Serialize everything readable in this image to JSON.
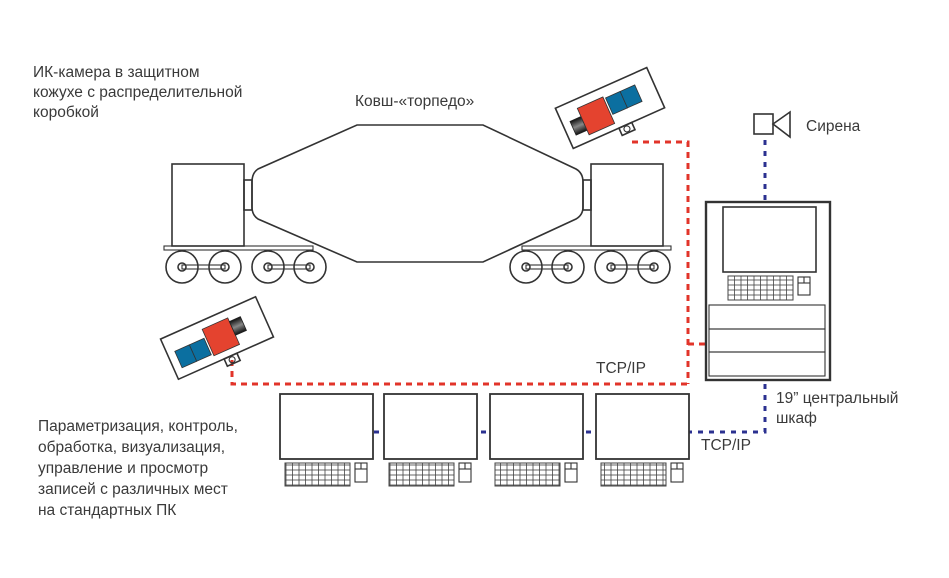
{
  "labels": {
    "camera_description": [
      "ИК-камера в защитном",
      "кожухе с распределительной",
      "коробкой"
    ],
    "ladle": "Ковш-«торпедо»",
    "siren": "Сирена",
    "cabinet": [
      "19” центральный",
      "шкаф"
    ],
    "tcpip_cameras": "TCP/IP",
    "tcpip_pcs": "TCP/IP",
    "pc_description": [
      "Параметризация, контроль,",
      "обработка, визуализация,",
      "управление и просмотр",
      "записей с различных мест",
      "на стандартных ПК"
    ]
  },
  "icons": {
    "camera": "ir-camera-icon",
    "siren": "siren-icon",
    "cabinet": "control-cabinet-icon",
    "workstation": "pc-workstation-icon"
  },
  "workstations": [
    {
      "name": "pc-1"
    },
    {
      "name": "pc-2"
    },
    {
      "name": "pc-3"
    },
    {
      "name": "pc-4"
    }
  ],
  "colors": {
    "camera_link": "#e2342a",
    "network_link": "#2b3190",
    "camera_body": "#e4432f",
    "camera_filter": "#0b6fa0",
    "outline": "#333333"
  }
}
